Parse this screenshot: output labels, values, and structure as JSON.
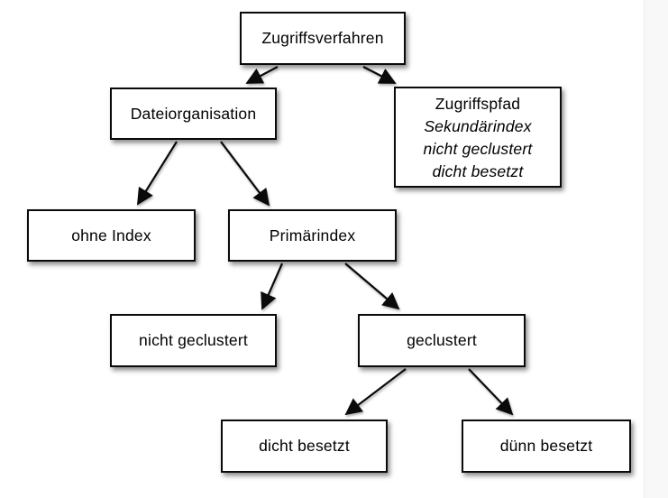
{
  "diagram": {
    "topic": "Zugriffsverfahren",
    "colors": {
      "node_border": "#0a0a0a",
      "node_fill": "#ffffff",
      "text": "#000000",
      "background": "#ffffff",
      "right_band": "#f8f8f8"
    },
    "nodes": {
      "zugriffsverfahren": {
        "label": "Zugriffsverfahren"
      },
      "dateiorganisation": {
        "label": "Dateiorganisation"
      },
      "zugriffspfad": {
        "line1": "Zugriffspfad",
        "line2": "Sekundärindex",
        "line3": "nicht geclustert",
        "line4": "dicht besetzt"
      },
      "ohne_index": {
        "label": "ohne Index"
      },
      "primaerindex": {
        "label": "Primärindex"
      },
      "nicht_geclustert": {
        "label": "nicht geclustert"
      },
      "geclustert": {
        "label": "geclustert"
      },
      "dicht_besetzt": {
        "label": "dicht besetzt"
      },
      "duenn_besetzt": {
        "label": "dünn besetzt"
      }
    },
    "edges": [
      {
        "from": "Zugriffsverfahren",
        "to": "Dateiorganisation"
      },
      {
        "from": "Zugriffsverfahren",
        "to": "Zugriffspfad"
      },
      {
        "from": "Dateiorganisation",
        "to": "ohne Index"
      },
      {
        "from": "Dateiorganisation",
        "to": "Primärindex"
      },
      {
        "from": "Primärindex",
        "to": "nicht geclustert"
      },
      {
        "from": "Primärindex",
        "to": "geclustert"
      },
      {
        "from": "geclustert",
        "to": "dicht besetzt"
      },
      {
        "from": "geclustert",
        "to": "dünn besetzt"
      }
    ]
  }
}
